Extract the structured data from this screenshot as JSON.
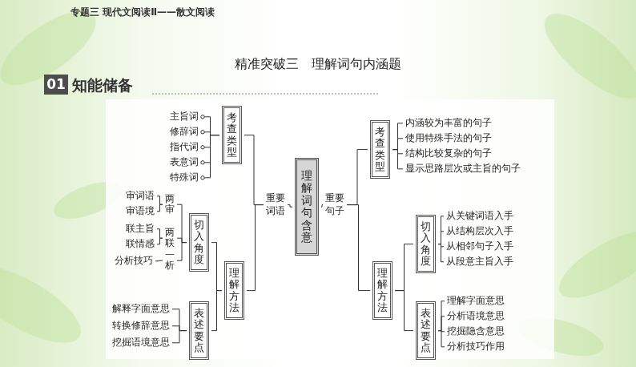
{
  "diagram": {
    "title": "精准突破三　理解词句内涵题",
    "nodes": [
      {
        "text": [
          "理解词句含意"
        ]
      },
      {
        "text": [
          "重要词语"
        ]
      },
      {
        "text": [
          "考查类型"
        ]
      },
      {
        "text": [
          "主旨词"
        ]
      },
      {
        "text": [
          "修辞词"
        ]
      },
      {
        "text": [
          "指代词"
        ]
      },
      {
        "text": [
          "表意词"
        ]
      },
      {
        "text": [
          "特殊词"
        ]
      },
      {
        "text": [
          "理解方法"
        ]
      },
      {
        "text": [
          "切入角度"
        ]
      },
      {
        "text": [
          "两审"
        ]
      },
      {
        "text": [
          "审词语"
        ]
      },
      {
        "text": [
          "审语境"
        ]
      },
      {
        "text": [
          "两联"
        ]
      },
      {
        "text": [
          "联主旨"
        ]
      },
      {
        "text": [
          "联情感"
        ]
      },
      {
        "text": [
          "一析"
        ]
      },
      {
        "text": [
          "分析技巧"
        ]
      },
      {
        "text": [
          "表述要点"
        ]
      },
      {
        "text": [
          "解释字面意思"
        ]
      },
      {
        "text": [
          "转换修辞意思"
        ]
      },
      {
        "text": [
          "挖掘语境意思"
        ]
      },
      {
        "text": [
          "重要句子"
        ]
      },
      {
        "text": [
          "考查类型"
        ]
      },
      {
        "text": [
          "内涵较为丰富的句子"
        ]
      },
      {
        "text": [
          "使用特殊手法的句子"
        ]
      },
      {
        "text": [
          "结构比较复杂的句子"
        ]
      },
      {
        "text": [
          "显示思路层次或主旨的句子"
        ]
      },
      {
        "text": [
          "理解方法"
        ]
      },
      {
        "text": [
          "切入角度"
        ]
      },
      {
        "text": [
          "从关键词语入手"
        ]
      },
      {
        "text": [
          "从结构层次入手"
        ]
      },
      {
        "text": [
          "从相邻句子入手"
        ]
      },
      {
        "text": [
          "从段意主旨入手"
        ]
      },
      {
        "text": [
          "表述要点"
        ]
      },
      {
        "text": [
          "理解字面意思"
        ]
      },
      {
        "text": [
          "分析语境意思"
        ]
      },
      {
        "text": [
          "挖掘隐含意思"
        ]
      },
      {
        "text": [
          "分析技巧作用"
        ]
      }
    ],
    "edges": [
      {
        "from": 0,
        "to": 1,
        "arrow": "none"
      },
      {
        "from": 1,
        "to": 2,
        "arrow": "none"
      },
      {
        "from": 1,
        "to": 8,
        "arrow": "none"
      },
      {
        "from": 2,
        "to": 3,
        "arrow": "none"
      },
      {
        "from": 2,
        "to": 4,
        "arrow": "none"
      },
      {
        "from": 2,
        "to": 5,
        "arrow": "none"
      },
      {
        "from": 2,
        "to": 6,
        "arrow": "none"
      },
      {
        "from": 2,
        "to": 7,
        "arrow": "none"
      },
      {
        "from": 8,
        "to": 9,
        "arrow": "none"
      },
      {
        "from": 8,
        "to": 18,
        "arrow": "none"
      },
      {
        "from": 9,
        "to": 10,
        "arrow": "none"
      },
      {
        "from": 9,
        "to": 13,
        "arrow": "none"
      },
      {
        "from": 9,
        "to": 16,
        "arrow": "none"
      },
      {
        "from": 10,
        "to": 11,
        "arrow": "none"
      },
      {
        "from": 10,
        "to": 12,
        "arrow": "none"
      },
      {
        "from": 13,
        "to": 14,
        "arrow": "none"
      },
      {
        "from": 13,
        "to": 15,
        "arrow": "none"
      },
      {
        "from": 16,
        "to": 17,
        "arrow": "none"
      },
      {
        "from": 18,
        "to": 19,
        "arrow": "none"
      },
      {
        "from": 18,
        "to": 20,
        "arrow": "none"
      },
      {
        "from": 18,
        "to": 21,
        "arrow": "none"
      },
      {
        "from": 0,
        "to": 22,
        "arrow": "none"
      },
      {
        "from": 22,
        "to": 23,
        "arrow": "none"
      },
      {
        "from": 22,
        "to": 28,
        "arrow": "none"
      },
      {
        "from": 23,
        "to": 24,
        "arrow": "none"
      },
      {
        "from": 23,
        "to": 25,
        "arrow": "none"
      },
      {
        "from": 23,
        "to": 26,
        "arrow": "none"
      },
      {
        "from": 23,
        "to": 27,
        "arrow": "none"
      },
      {
        "from": 28,
        "to": 29,
        "arrow": "none"
      },
      {
        "from": 28,
        "to": 34,
        "arrow": "none"
      },
      {
        "from": 29,
        "to": 30,
        "arrow": "none"
      },
      {
        "from": 29,
        "to": 31,
        "arrow": "none"
      },
      {
        "from": 29,
        "to": 32,
        "arrow": "none"
      },
      {
        "from": 29,
        "to": 33,
        "arrow": "none"
      },
      {
        "from": 34,
        "to": 35,
        "arrow": "none"
      },
      {
        "from": 34,
        "to": 36,
        "arrow": "none"
      },
      {
        "from": 34,
        "to": 37,
        "arrow": "none"
      },
      {
        "from": 34,
        "to": 38,
        "arrow": "none"
      }
    ],
    "labels": [
      "专题三  现代文阅读Ⅱ——散文阅读",
      "01",
      "知能储备"
    ]
  }
}
